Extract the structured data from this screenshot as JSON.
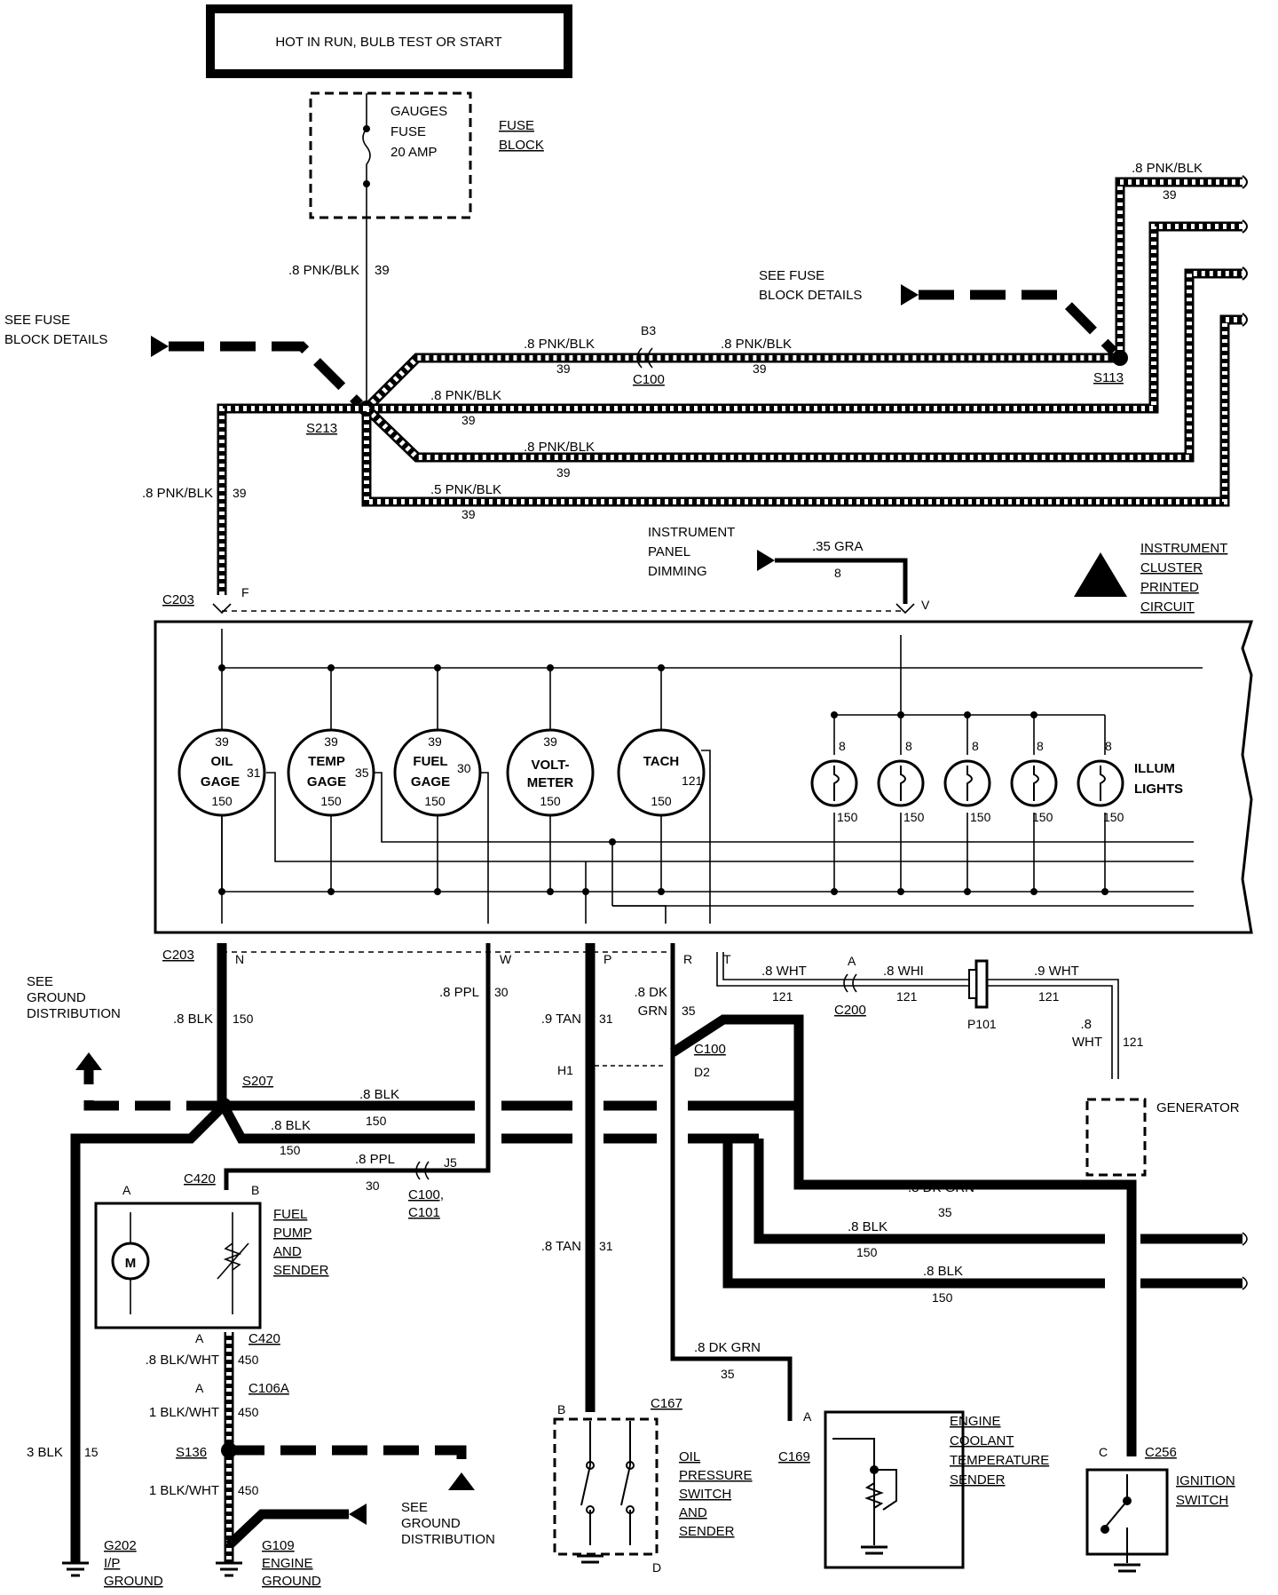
{
  "header": {
    "title": "HOT IN RUN, BULB TEST OR START"
  },
  "fuse_block": {
    "fuse_label": [
      "GAUGES",
      "FUSE",
      "20 AMP"
    ],
    "block_label": [
      "FUSE",
      "BLOCK"
    ],
    "see_details_left": [
      "SEE FUSE",
      "BLOCK DETAILS"
    ],
    "see_details_right": [
      "SEE FUSE",
      "BLOCK DETAILS"
    ]
  },
  "splices": {
    "s213": "S213",
    "s113": "S113",
    "s207": "S207",
    "s136": "S136"
  },
  "wires": {
    "pnk_blk": ".8 PNK/BLK",
    "pnk_blk_05": ".5 PNK/BLK",
    "circuit_39": "39",
    "gra": ".35 GRA",
    "circuit_8": "8",
    "blk": ".8 BLK",
    "circuit_150": "150",
    "ppl": ".8 PPL",
    "circuit_30": "30",
    "tan": ".8  TAN",
    "tan_top": ".9  TAN",
    "circuit_31": "31",
    "dk_grn": ".8 DK GRN",
    "dk_grn_a": ".8 DK",
    "dk_grn_b": "GRN",
    "circuit_35": "35",
    "wht": ".8 WHT",
    "wht_top": ".9 WHT",
    "wht_b": ".8 WHI",
    "wht_v1": ".8",
    "wht_v2": "WHT",
    "circuit_121": "121",
    "blk_wht": ".8 BLK/WHT",
    "blk_wht_1": "1 BLK/WHT",
    "circuit_450": "450",
    "blk3": "3 BLK",
    "circuit_15": "15"
  },
  "connectors": {
    "b3": "B3",
    "c100": "C100",
    "c203": "C203",
    "f": "F",
    "v": "V",
    "n": "N",
    "w": "W",
    "p": "P",
    "r": "R",
    "t": "T",
    "a": "A",
    "c200": "C200",
    "p101": "P101",
    "h1": "H1",
    "d2": "D2",
    "c420": "C420",
    "b": "B",
    "j5": "J5",
    "c100_c101": [
      "C100,",
      "C101"
    ],
    "c106a": "C106A",
    "c167": "C167",
    "d": "D",
    "c169": "C169",
    "c256": "C256",
    "c": "C"
  },
  "dimming": [
    "INSTRUMENT",
    "PANEL",
    "DIMMING"
  ],
  "cluster_label": [
    "INSTRUMENT",
    "CLUSTER",
    "PRINTED",
    "CIRCUIT"
  ],
  "gauges": [
    {
      "top": "39",
      "name1": "OIL",
      "name2": "GAGE",
      "side": "31",
      "bottom": "150"
    },
    {
      "top": "39",
      "name1": "TEMP",
      "name2": "GAGE",
      "side": "35",
      "bottom": "150"
    },
    {
      "top": "39",
      "name1": "FUEL",
      "name2": "GAGE",
      "side": "30",
      "bottom": "150"
    },
    {
      "top": "39",
      "name1": "VOLT-",
      "name2": "METER",
      "side": "",
      "bottom": "150"
    },
    {
      "top": "",
      "name1": "TACH",
      "name2": "",
      "side": "121",
      "bottom": "150"
    }
  ],
  "illum": {
    "label": [
      "ILLUM",
      "LIGHTS"
    ],
    "top": "8",
    "bottom": "150"
  },
  "components": {
    "generator": "GENERATOR",
    "fuel_pump": [
      "FUEL",
      "PUMP",
      "AND",
      "SENDER"
    ],
    "motor": "M",
    "oil_switch": [
      "OIL",
      "PRESSURE",
      "SWITCH",
      "AND",
      "SENDER"
    ],
    "coolant": [
      "ENGINE",
      "COOLANT",
      "TEMPERATURE",
      "SENDER"
    ],
    "ignition": [
      "IGNITION",
      "SWITCH"
    ]
  },
  "ground": {
    "see_dist": [
      "SEE",
      "GROUND",
      "DISTRIBUTION"
    ],
    "see_dist2": [
      "SEE",
      "GROUND",
      "DISTRIBUTION"
    ],
    "g202": [
      "G202",
      "I/P",
      "GROUND"
    ],
    "g109": [
      "G109",
      "ENGINE",
      "GROUND"
    ]
  }
}
